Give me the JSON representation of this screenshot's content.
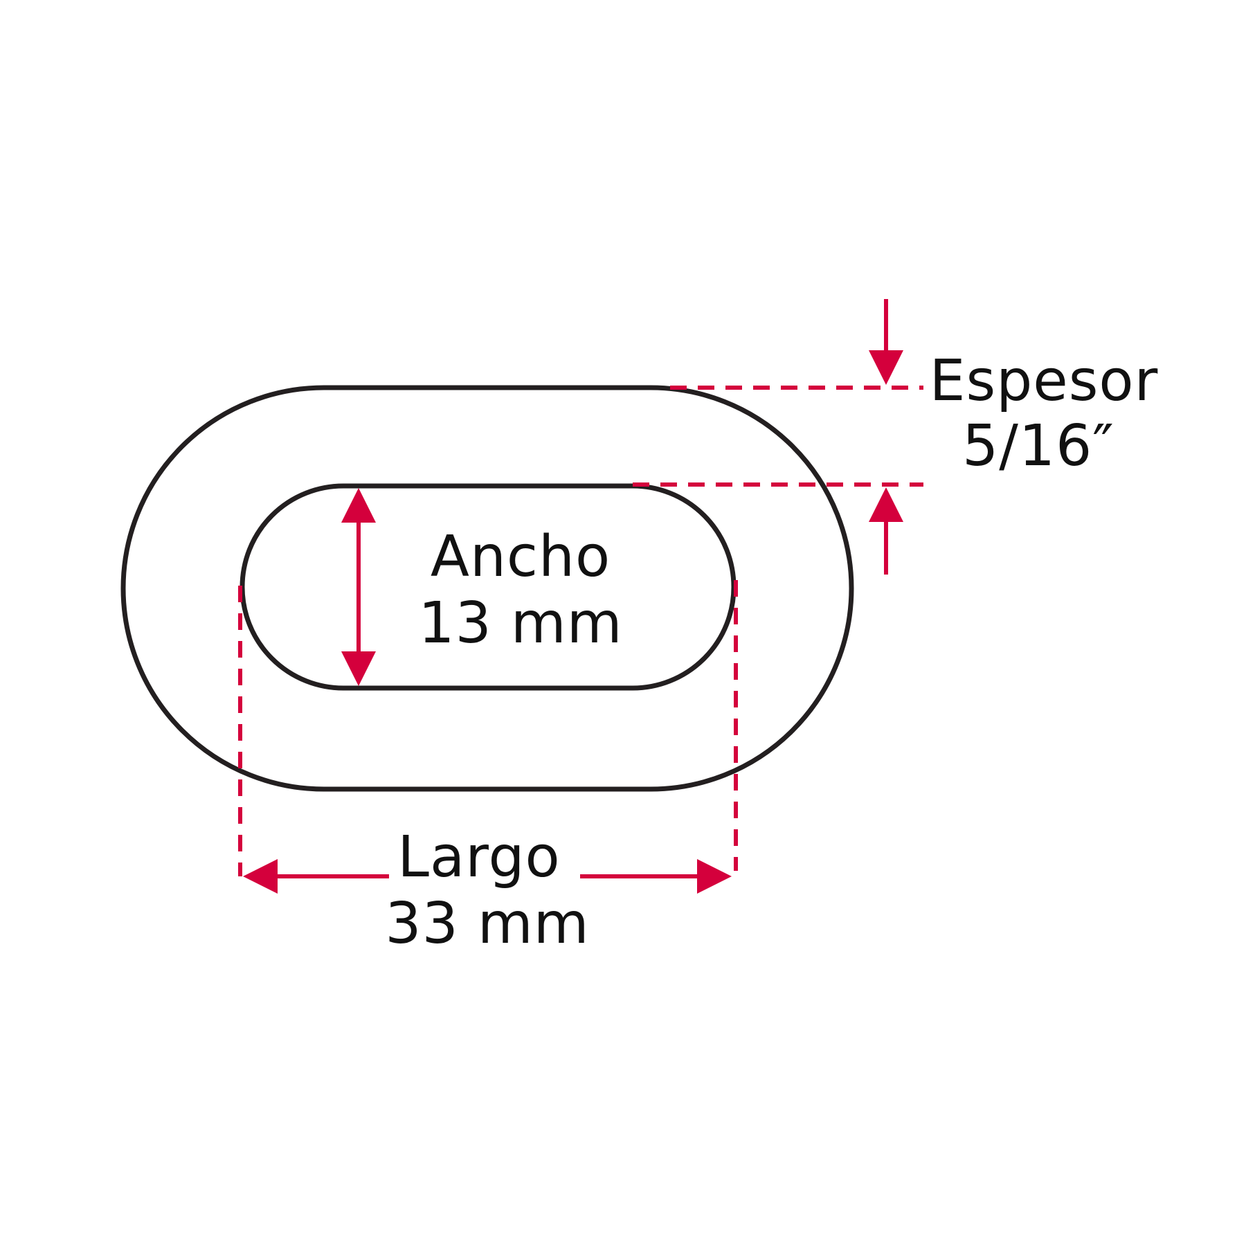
{
  "colors": {
    "outline": "#231f20",
    "dimension": "#d4003c",
    "background": "#ffffff"
  },
  "labels": {
    "width": {
      "name": "Ancho",
      "value": "13 mm"
    },
    "length": {
      "name": "Largo",
      "value": "33 mm"
    },
    "thickness": {
      "name": "Espesor",
      "value": "5/16″"
    }
  }
}
